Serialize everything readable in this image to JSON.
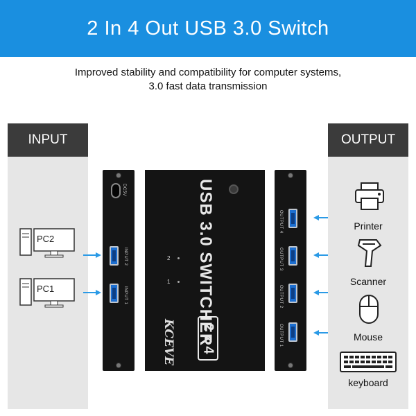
{
  "banner": {
    "title": "2 In 4 Out USB 3.0 Switch",
    "color": "#1a8fe0"
  },
  "subtitle": {
    "line1": "Improved stability and compatibility for computer systems,",
    "line2": "3.0 fast data transmission"
  },
  "input_panel": {
    "heading": "INPUT",
    "computers": [
      {
        "label": "PC2",
        "icon": "computer-icon"
      },
      {
        "label": "PC1",
        "icon": "computer-icon"
      }
    ]
  },
  "output_panel": {
    "heading": "OUTPUT",
    "devices": [
      {
        "label": "Printer",
        "icon": "printer-icon"
      },
      {
        "label": "Scanner",
        "icon": "scanner-icon"
      },
      {
        "label": "Mouse",
        "icon": "mouse-icon"
      },
      {
        "label": "keyboard",
        "icon": "keyboard-icon"
      }
    ]
  },
  "device": {
    "dc_in_label": "DC5V",
    "input_ports": [
      "INPUT 2",
      "INPUT 1"
    ],
    "output_ports": [
      "OUTPUT 4",
      "OUTPUT 3",
      "OUTPUT 2",
      "OUTPUT 1"
    ],
    "product_name": "USB 3.0 SWITCHER",
    "model_label": "2 x 4",
    "brand": "KCEVE",
    "leds": [
      "2",
      "1"
    ],
    "port_color": "#1c6fd1",
    "arrow_color": "#2a9ae6"
  }
}
